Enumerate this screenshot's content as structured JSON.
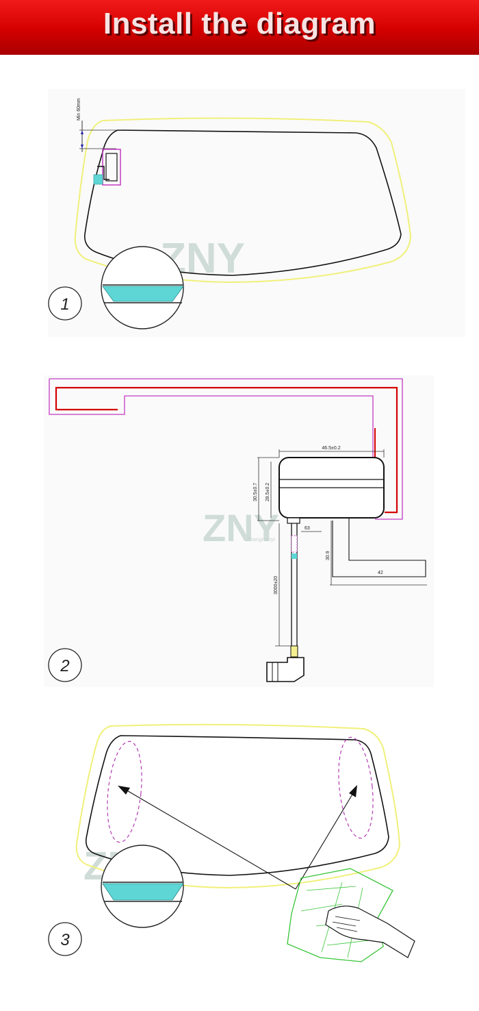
{
  "header": {
    "title": "Install the diagram"
  },
  "steps": [
    {
      "number": "1"
    },
    {
      "number": "2"
    },
    {
      "number": "3"
    }
  ],
  "diagram1": {
    "min_label": "Min 60mm"
  },
  "diagram2": {
    "dim_width": "46.5±0.2",
    "dim_height_outer": "30.5±0.7",
    "dim_height_inner": "28.5±0.2",
    "dim_cable": "3000±20",
    "dim_connector": "63",
    "dim_bracket_h": "30.9",
    "dim_bracket_w": "42"
  },
  "watermark": {
    "logo": "ZNY",
    "sub": "Zhangnanyi"
  },
  "colors": {
    "banner": "#d30000",
    "glass_outline": "#f0f07a",
    "red_wire": "#d40000",
    "magenta": "#c23bc2",
    "cyan_fill": "#5fd6d6",
    "green_cloth": "#37c537"
  }
}
